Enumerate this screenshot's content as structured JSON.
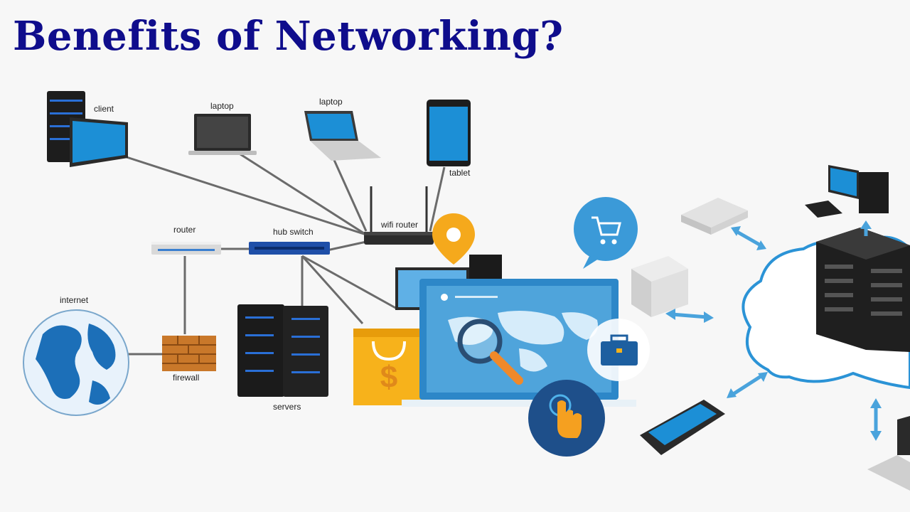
{
  "title": "Benefits of Networking?",
  "labels": {
    "client": "client",
    "laptop1": "laptop",
    "laptop2": "laptop",
    "tablet": "tablet",
    "router": "router",
    "hub_switch": "hub switch",
    "wifi_router": "wifi router",
    "internet": "internet",
    "firewall": "firewall",
    "servers": "servers"
  },
  "colors": {
    "title": "#0f0d8c",
    "screen_blue": "#1c8fd6",
    "cloud_stroke": "#2b93d6",
    "arrow": "#4aa3dc",
    "pin": "#f5a91c",
    "bag": "#f7b21b",
    "dark": "#1a1a1a"
  },
  "icons": [
    "shopping-cart-icon",
    "location-pin-icon",
    "briefcase-icon",
    "touch-hand-icon",
    "dollar-bag-icon",
    "magnifier-icon"
  ]
}
